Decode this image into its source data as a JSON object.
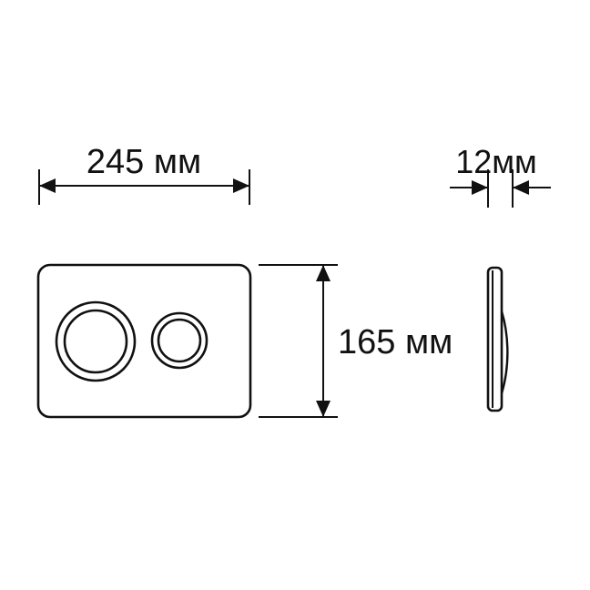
{
  "diagram": {
    "front_view": {
      "width_label": "245 мм",
      "height_label": "165 мм"
    },
    "side_view": {
      "depth_label": "12мм"
    }
  },
  "colors": {
    "line": "#111111",
    "background": "#ffffff"
  }
}
